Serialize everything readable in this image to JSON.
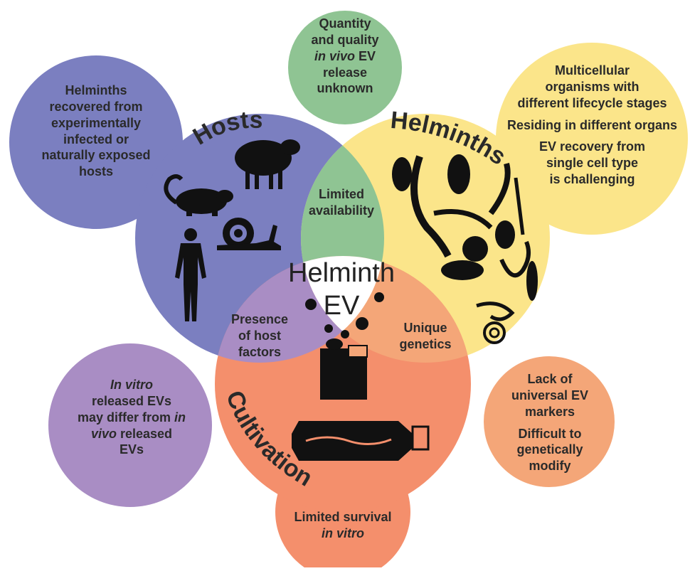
{
  "center": {
    "line1": "Helminth",
    "line2": "EV"
  },
  "sections": {
    "hosts": "Hosts",
    "helminths": "Helminths",
    "cultivation": "Cultivation"
  },
  "inner": {
    "limited_availability": [
      "Limited",
      "availability"
    ],
    "host_factors": [
      "Presence",
      "of host",
      "factors"
    ],
    "unique_genetics": [
      "Unique",
      "genetics"
    ]
  },
  "outer": {
    "top_green": [
      "Quantity",
      "and quality",
      "in vivo",
      " EV",
      "release",
      "unknown"
    ],
    "left_blue": [
      "Helminths",
      "recovered from",
      "experimentally",
      "infected or",
      "naturally exposed",
      "hosts"
    ],
    "right_yellow": [
      "Multicellular",
      "organisms with",
      "different lifecycle stages",
      "Residing in different organs",
      "EV recovery from",
      "single cell type",
      "is challenging"
    ],
    "right_orange": [
      "Lack of",
      "universal EV",
      "markers",
      "Difficult to",
      "genetically",
      "modify"
    ],
    "left_purple": [
      "In vitro",
      "released EVs",
      "may differ from ",
      "in",
      "vivo",
      " released",
      "EVs"
    ],
    "bottom_orange": [
      "Limited survival",
      "in vitro"
    ]
  },
  "colors": {
    "hosts": "#7b7fc0",
    "helminths": "#fbe58a",
    "cultivation": "#f48f6c",
    "green": "#8fc493",
    "purple": "#a98dc4",
    "orange": "#f4a678"
  }
}
